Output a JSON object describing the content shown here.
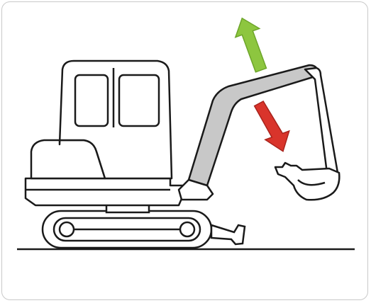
{
  "figure": {
    "subject": "mini-excavator-icon",
    "colors": {
      "outline": "#1a1a1a",
      "boom_fill": "#c8c8c8",
      "up_arrow": "#8dc63f",
      "up_arrow_dark": "#6da52a",
      "down_arrow": "#d9342b",
      "down_arrow_dark": "#a8231c",
      "background": "#ffffff",
      "frame_border": "#c9c9c9"
    },
    "arrows": [
      {
        "direction": "up",
        "icon": "green-up-arrow"
      },
      {
        "direction": "down",
        "icon": "red-down-arrow"
      }
    ]
  }
}
